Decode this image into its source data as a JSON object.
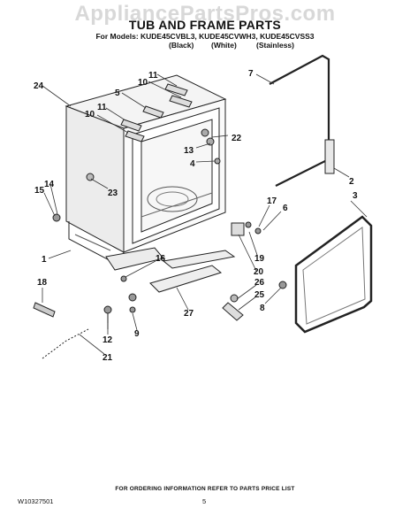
{
  "watermark": "AppliancePartsPros.com",
  "title": "TUB AND FRAME PARTS",
  "models_line": "For Models: KUDE45CVBL3, KUDE45CVWH3, KUDE45CVSS3",
  "finishes": [
    "(Black)",
    "(White)",
    "(Stainless)"
  ],
  "callouts": {
    "c24": "24",
    "c11a": "11",
    "c10a": "10",
    "c5": "5",
    "c11b": "11",
    "c10b": "10",
    "c7": "7",
    "c22": "22",
    "c13": "13",
    "c4": "4",
    "c23": "23",
    "c15": "15",
    "c14": "14",
    "c2": "2",
    "c3": "3",
    "c17": "17",
    "c6": "6",
    "c1": "1",
    "c16": "16",
    "c19": "19",
    "c20": "20",
    "c18": "18",
    "c26": "26",
    "c25": "25",
    "c8": "8",
    "c27": "27",
    "c9": "9",
    "c12": "12",
    "c21": "21"
  },
  "footer": {
    "ordering_info": "FOR ORDERING INFORMATION REFER TO PARTS PRICE LIST",
    "doc_number": "W10327501",
    "page": "5"
  }
}
